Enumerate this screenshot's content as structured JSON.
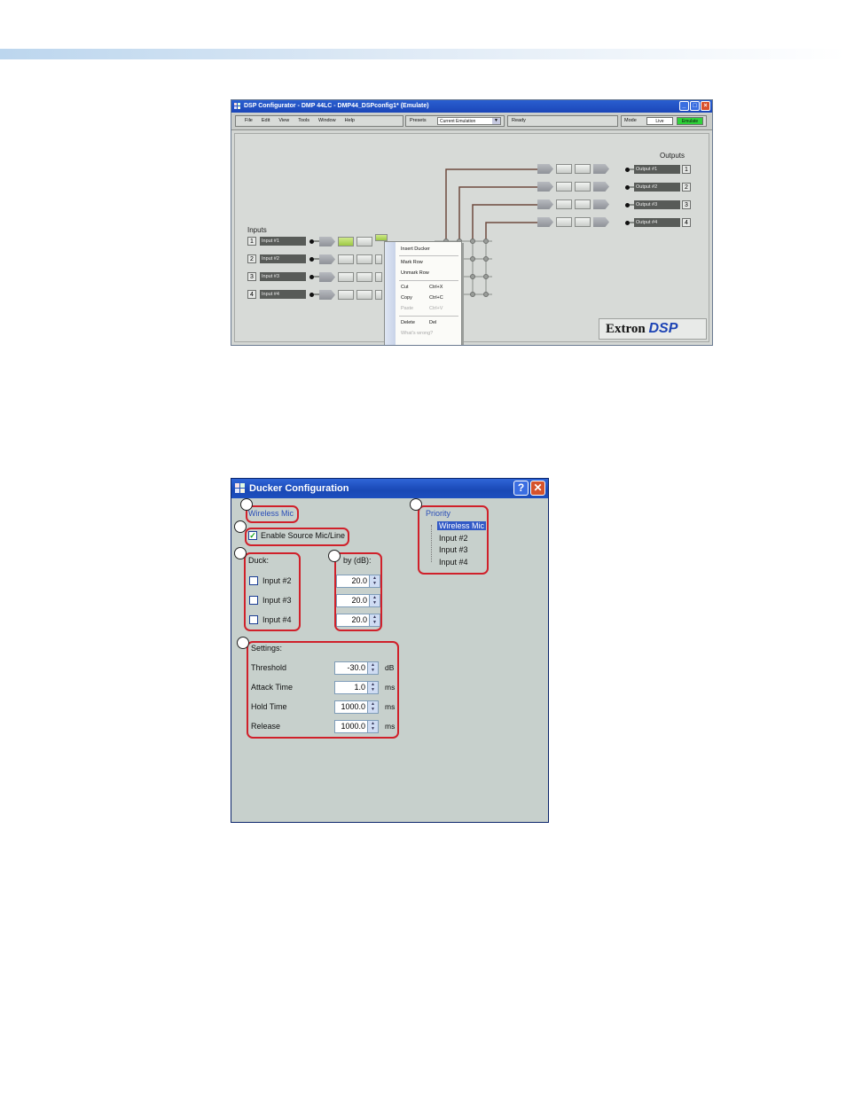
{
  "dsp_window": {
    "title": "DSP Configurator - DMP 44LC - DMP44_DSPconfig1* (Emulate)",
    "menu": [
      "File",
      "Edit",
      "View",
      "Tools",
      "Window",
      "Help"
    ],
    "presets_label": "Presets",
    "presets_value": "Current Emulation",
    "status": "Ready",
    "mode_label": "Mode",
    "mode_live": "Live",
    "mode_emulate": "Emulate",
    "inputs_heading": "Inputs",
    "outputs_heading": "Outputs",
    "inputs": [
      {
        "num": "1",
        "name": "Input #1"
      },
      {
        "num": "2",
        "name": "Input #2"
      },
      {
        "num": "3",
        "name": "Input #3"
      },
      {
        "num": "4",
        "name": "Input #4"
      }
    ],
    "outputs": [
      {
        "num": "1",
        "name": "Output #1"
      },
      {
        "num": "2",
        "name": "Output #2"
      },
      {
        "num": "3",
        "name": "Output #3"
      },
      {
        "num": "4",
        "name": "Output #4"
      }
    ],
    "context_menu": [
      {
        "label": "Insert Ducker",
        "shortcut": "",
        "disabled": false
      },
      {
        "label": "Mark Row",
        "shortcut": "",
        "disabled": false
      },
      {
        "label": "Unmark Row",
        "shortcut": "",
        "disabled": false
      },
      {
        "label": "Cut",
        "shortcut": "Ctrl+X",
        "disabled": false
      },
      {
        "label": "Copy",
        "shortcut": "Ctrl+C",
        "disabled": false
      },
      {
        "label": "Paste",
        "shortcut": "Ctrl+V",
        "disabled": true
      },
      {
        "label": "Delete",
        "shortcut": "Del",
        "disabled": false
      },
      {
        "label": "What's wrong?",
        "shortcut": "",
        "disabled": true
      }
    ],
    "logo_brand": "Extron",
    "logo_product": "DSP"
  },
  "ducker_window": {
    "title": "Ducker Configuration",
    "help_glyph": "?",
    "close_glyph": "✕",
    "source_name": "Wireless Mic",
    "enable_label": "Enable Source Mic/Line",
    "enable_checked": true,
    "duck_label": "Duck:",
    "by_label": "by (dB):",
    "duck_rows": [
      {
        "label": "Input #2",
        "value": "20.0",
        "checked": false
      },
      {
        "label": "Input #3",
        "value": "20.0",
        "checked": false
      },
      {
        "label": "Input #4",
        "value": "20.0",
        "checked": false
      }
    ],
    "settings_label": "Settings:",
    "settings": [
      {
        "label": "Threshold",
        "value": "-30.0",
        "unit": "dB"
      },
      {
        "label": "Attack Time",
        "value": "1.0",
        "unit": "ms"
      },
      {
        "label": "Hold Time",
        "value": "1000.0",
        "unit": "ms"
      },
      {
        "label": "Release",
        "value": "1000.0",
        "unit": "ms"
      }
    ],
    "priority_label": "Priority",
    "priority_items": [
      "Wireless Mic",
      "Input #2",
      "Input #3",
      "Input #4"
    ],
    "priority_selected": 0
  }
}
